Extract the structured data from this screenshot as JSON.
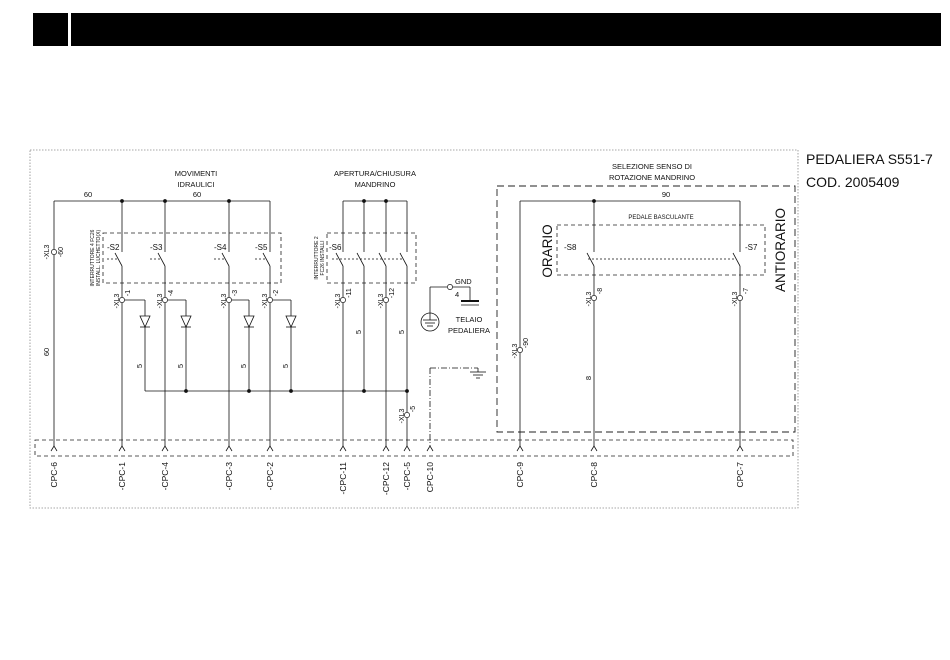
{
  "colors": {
    "ink": "#111111",
    "header": "#000000",
    "frame": "#8a8a8a",
    "background": "#ffffff"
  },
  "title_block": {
    "model": "PEDALIERA S551-7",
    "code": "COD. 2005409"
  },
  "common": {
    "wire": "60",
    "terminal": {
      "block": "-XL3",
      "pin": "-60"
    }
  },
  "hydraulic": {
    "title": [
      "MOVIMENTI",
      "IDRAULICI"
    ],
    "wire_labels": [
      "60",
      "60"
    ],
    "note": [
      "INTERRUTTORE 4 FC26",
      "INSTALL. LUCHETTO(X)"
    ],
    "switches": [
      "-S2",
      "-S3",
      "-S4",
      "-S5"
    ],
    "terminals": [
      {
        "block": "-XL3",
        "pin": "-1"
      },
      {
        "block": "-XL3",
        "pin": "-4"
      },
      {
        "block": "-XL3",
        "pin": "-3"
      },
      {
        "block": "-XL3",
        "pin": "-2"
      }
    ],
    "diode_wires": [
      "5",
      "5",
      "5",
      "5"
    ]
  },
  "chuck": {
    "title": [
      "APERTURA/CHIUSURA",
      "MANDRINO"
    ],
    "note": [
      "INTERRUTTORE 2",
      "FC26 INSTALLI"
    ],
    "switch": "-S6",
    "terminals": [
      {
        "block": "-XL3",
        "pin": "-11"
      },
      {
        "block": "-XL3",
        "pin": "-12"
      },
      {
        "block": "-XL3",
        "pin": "-5"
      }
    ],
    "wires": [
      "5",
      "5"
    ]
  },
  "ground": {
    "label": "GND",
    "wire": "4",
    "frame": [
      "TELAIO",
      "PEDALIERA"
    ]
  },
  "rotation": {
    "title": [
      "SELEZIONE SENSO DI",
      "ROTAZIONE MANDRINO"
    ],
    "wire_label": "90",
    "pedal": "PEDALE BASCULANTE",
    "clockwise": "ORARIO",
    "counterclockwise": "ANTIORARIO",
    "switches": [
      "-S8",
      "-S7"
    ],
    "terminals": [
      {
        "block": "-XL3",
        "pin": "-90"
      },
      {
        "block": "-XL3",
        "pin": "-8"
      },
      {
        "block": "-XL3",
        "pin": "-7"
      }
    ],
    "wire": "8"
  },
  "connector": {
    "pins": [
      "CPC-6",
      "-CPC-1",
      "-CPC-4",
      "-CPC-3",
      "-CPC-2",
      "-CPC-11",
      "-CPC-12",
      "-CPC-5",
      "CPC-10",
      "CPC-9",
      "CPC-8",
      "CPC-7"
    ]
  }
}
